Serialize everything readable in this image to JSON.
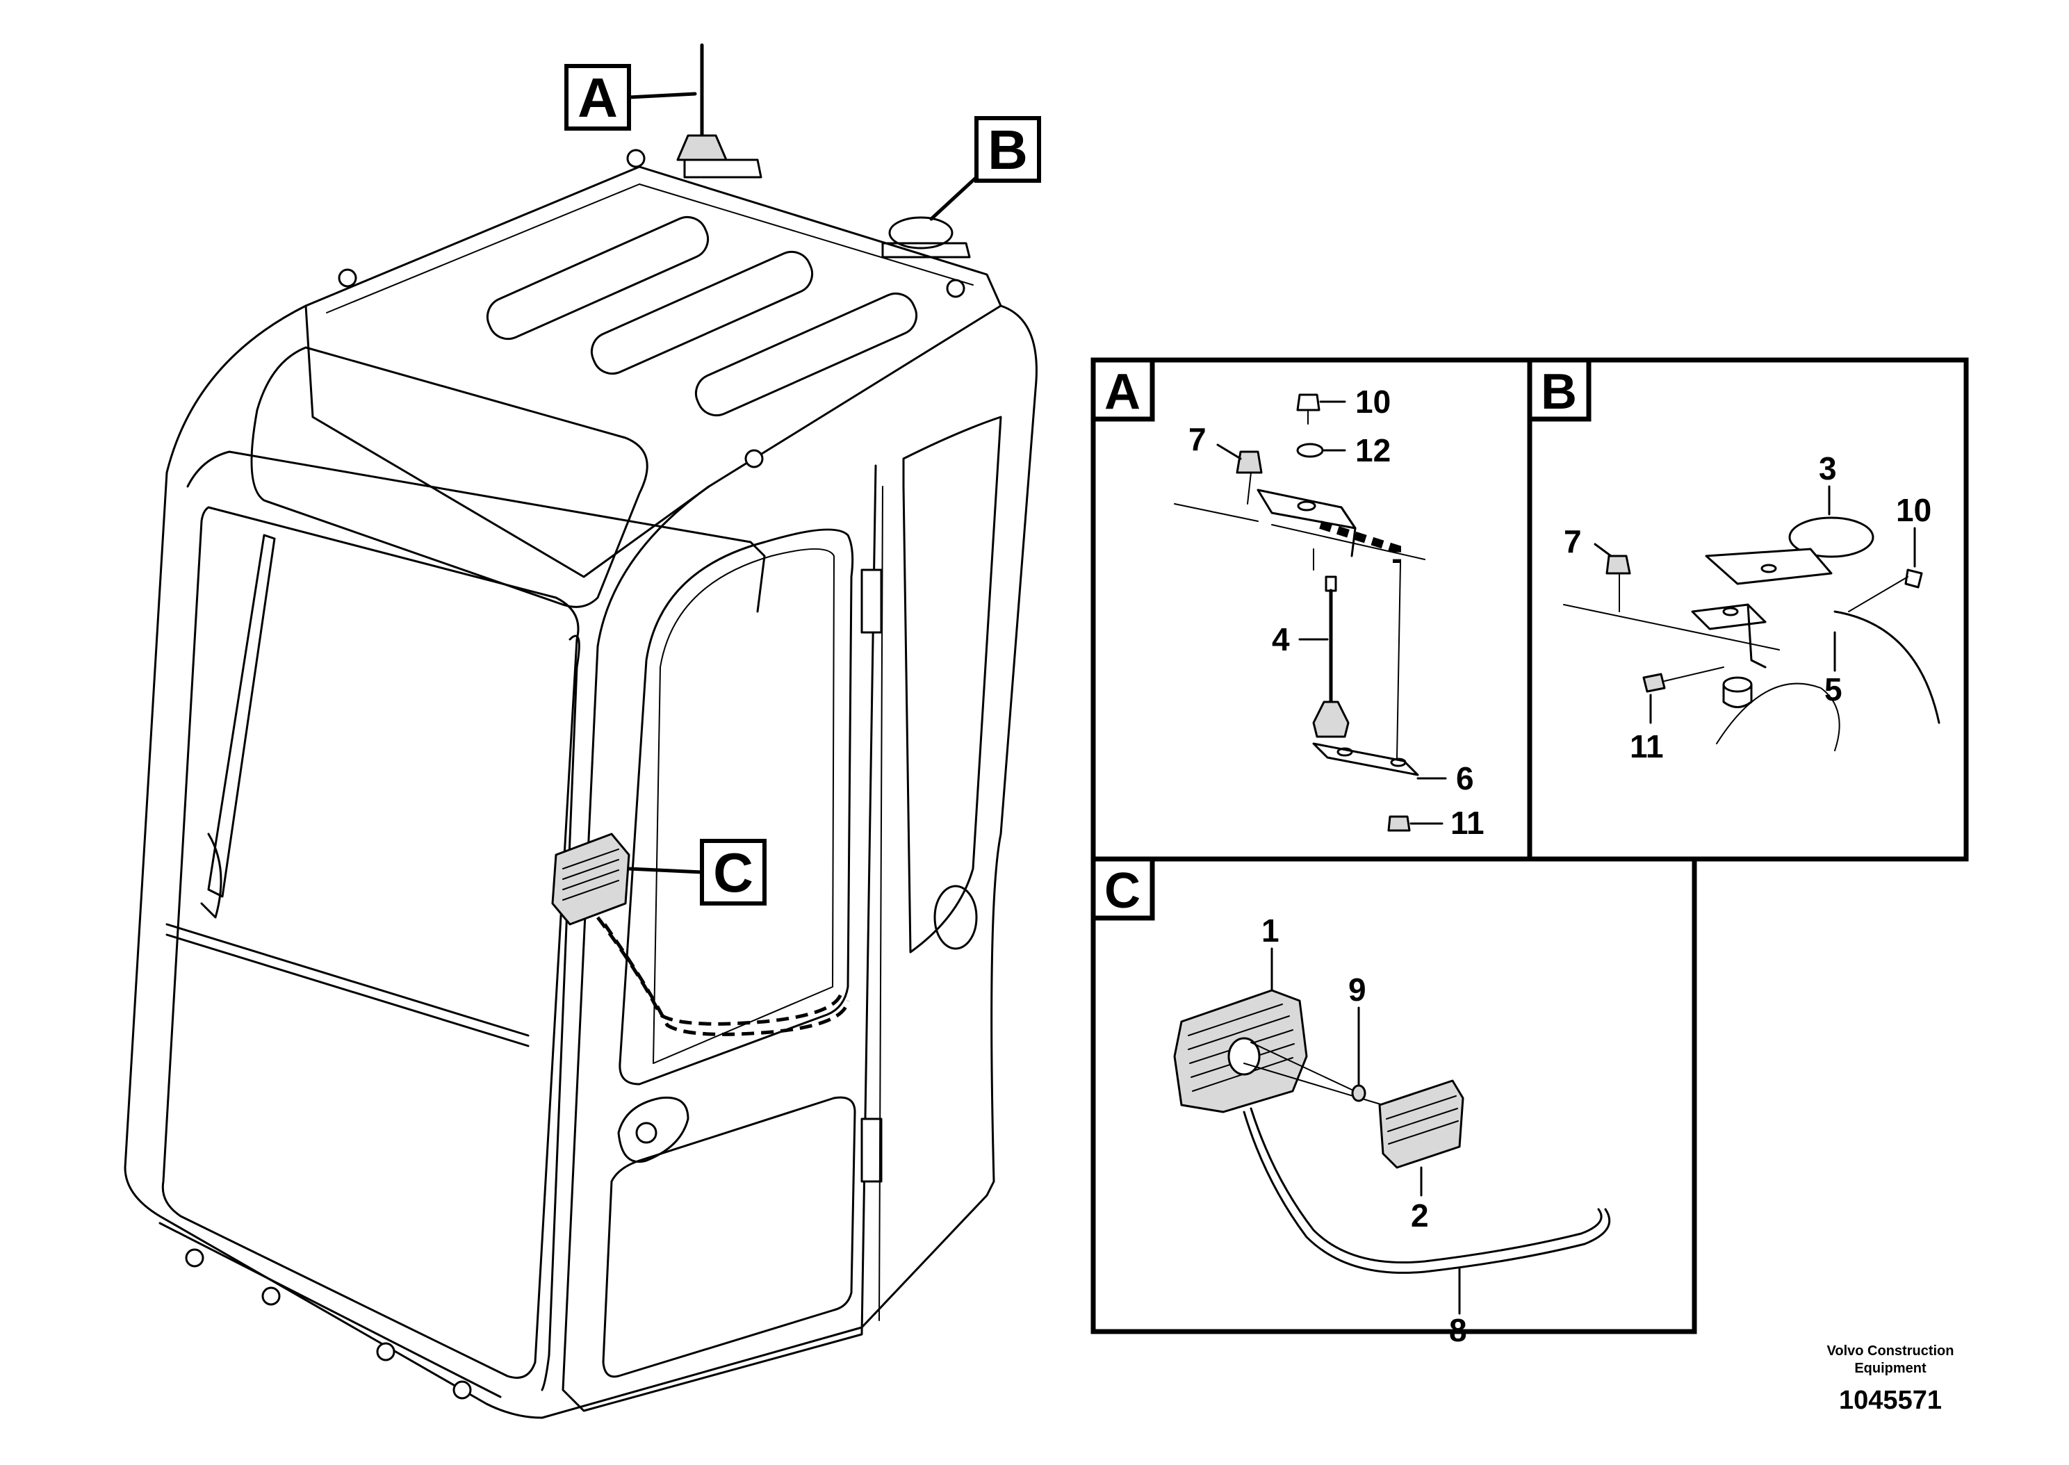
{
  "main_callouts": {
    "a": "A",
    "b": "B",
    "c": "C"
  },
  "panels": {
    "a": {
      "letter": "A",
      "parts": {
        "p10": "10",
        "p12": "12",
        "p7": "7",
        "p4": "4",
        "p6": "6",
        "p11": "11"
      }
    },
    "b": {
      "letter": "B",
      "parts": {
        "p3": "3",
        "p7": "7",
        "p10": "10",
        "p5": "5",
        "p11": "11"
      }
    },
    "c": {
      "letter": "C",
      "parts": {
        "p1": "1",
        "p9": "9",
        "p2": "2",
        "p8": "8"
      }
    }
  },
  "footer": {
    "company_line1": "Volvo Construction",
    "company_line2": "Equipment",
    "drawing_number": "1045571"
  }
}
